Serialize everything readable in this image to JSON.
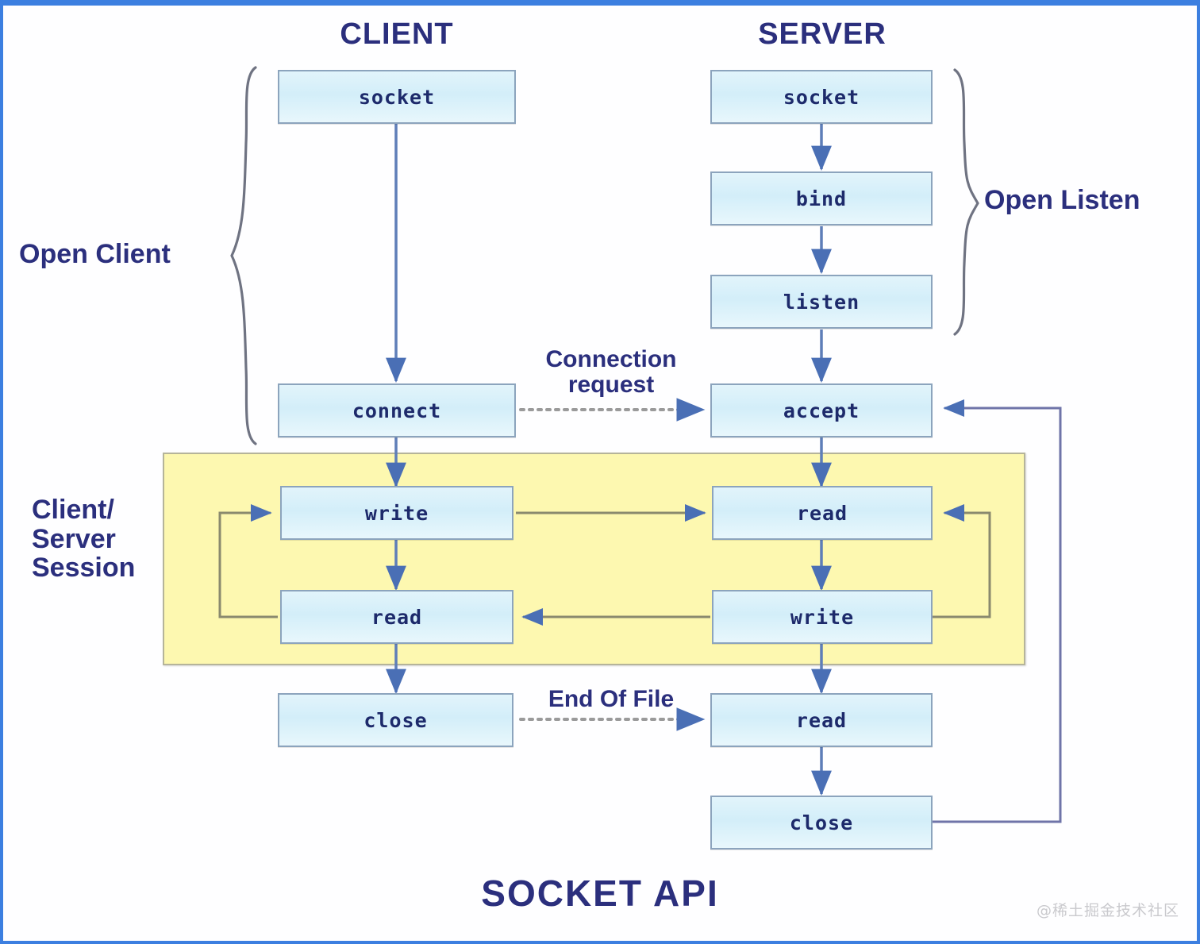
{
  "diagram": {
    "title": "SOCKET API",
    "watermark": "@稀土掘金技术社区",
    "accent_color": "#2b2f7d",
    "box_fill_color": "#d8f0fa",
    "box_border_color": "#8ca4bd",
    "session_panel_color": "#fdf8b0",
    "arrow_color": "#4a6fb5",
    "frame_color": "#3c7fe0"
  },
  "columns": {
    "client_heading": "CLIENT",
    "server_heading": "SERVER"
  },
  "group_labels": {
    "open_client": "Open Client",
    "open_listen": "Open Listen",
    "session_line1": "Client/",
    "session_line2": "Server",
    "session_line3": "Session"
  },
  "edge_labels": {
    "connection_request_line1": "Connection",
    "connection_request_line2": "request",
    "end_of_file": "End Of File"
  },
  "client_nodes": [
    {
      "id": "client-socket",
      "label": "socket"
    },
    {
      "id": "client-connect",
      "label": "connect"
    },
    {
      "id": "client-write",
      "label": "write"
    },
    {
      "id": "client-read",
      "label": "read"
    },
    {
      "id": "client-close",
      "label": "close"
    }
  ],
  "server_nodes": [
    {
      "id": "server-socket",
      "label": "socket"
    },
    {
      "id": "server-bind",
      "label": "bind"
    },
    {
      "id": "server-listen",
      "label": "listen"
    },
    {
      "id": "server-accept",
      "label": "accept"
    },
    {
      "id": "server-read1",
      "label": "read"
    },
    {
      "id": "server-write",
      "label": "write"
    },
    {
      "id": "server-read2",
      "label": "read"
    },
    {
      "id": "server-close",
      "label": "close"
    }
  ],
  "icon_names": {
    "arrow": "arrow-head-icon",
    "brace_left": "curly-brace-icon",
    "brace_right": "curly-brace-icon",
    "dotted_arrow": "dotted-arrow-icon"
  }
}
